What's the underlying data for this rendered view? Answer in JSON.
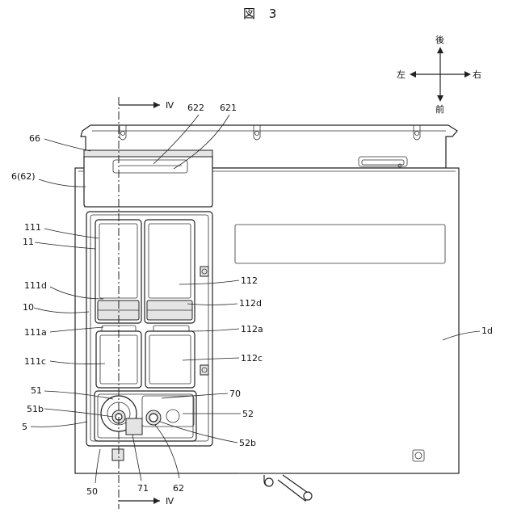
{
  "figure": {
    "title": "図 3"
  },
  "directions": {
    "back": "後",
    "front": "前",
    "left": "左",
    "right": "右"
  },
  "section_marks": {
    "top": "Ⅳ",
    "bottom": "Ⅳ"
  },
  "labels": {
    "l_622": "622",
    "l_621": "621",
    "l_66": "66",
    "l_6_62": "6(62)",
    "l_111": "111",
    "l_11": "11",
    "l_111d": "111d",
    "l_10": "10",
    "l_111a": "111a",
    "l_111c": "111c",
    "l_51": "51",
    "l_51b": "51b",
    "l_5": "5",
    "l_50": "50",
    "l_71": "71",
    "l_62": "62",
    "l_112": "112",
    "l_112d": "112d",
    "l_112a": "112a",
    "l_112c": "112c",
    "l_70": "70",
    "l_52": "52",
    "l_52b": "52b",
    "l_1d": "1d"
  }
}
